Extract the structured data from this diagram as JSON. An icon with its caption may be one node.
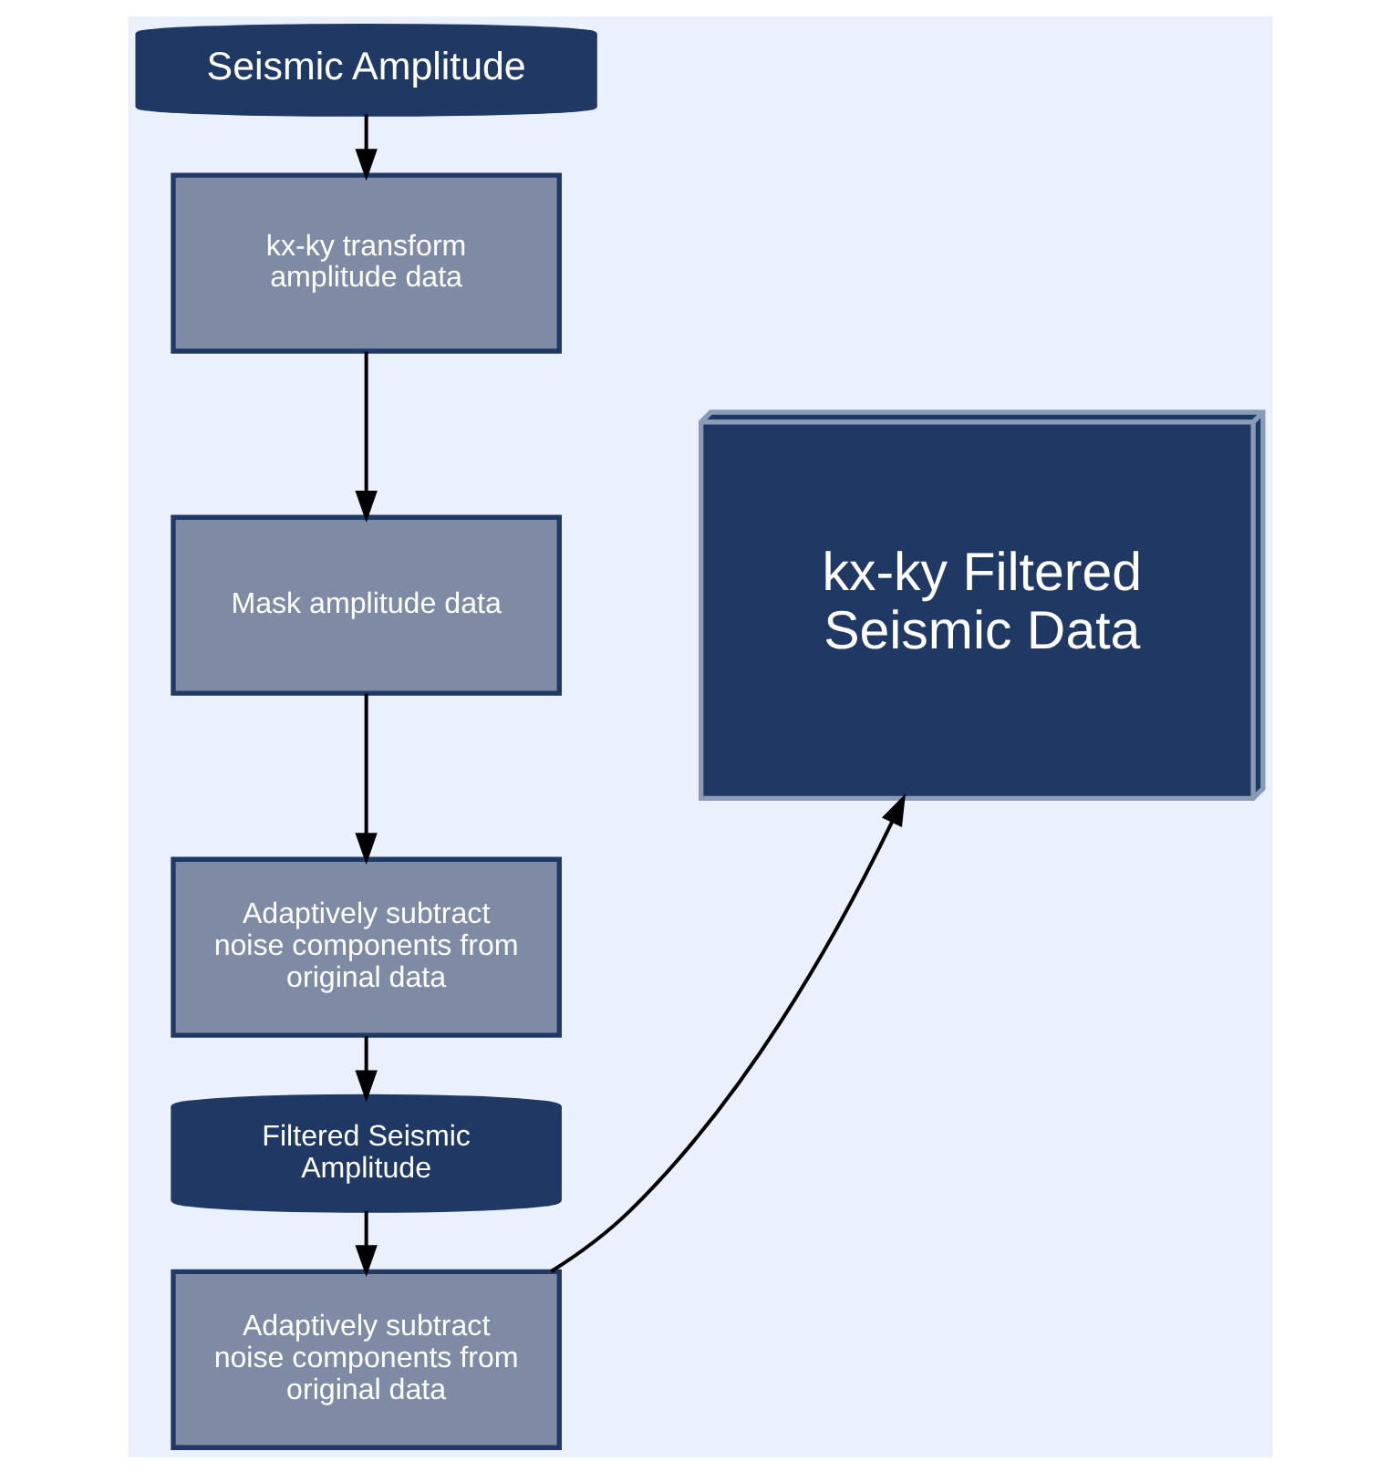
{
  "diagram": {
    "nodes": [
      {
        "text": [
          "Seismic Amplitude"
        ]
      },
      {
        "text": [
          "kx-ky transform amplitude data"
        ]
      },
      {
        "text": [
          "Mask amplitude data"
        ]
      },
      {
        "text": [
          "Adaptively subtract noise components from original data"
        ]
      },
      {
        "text": [
          "Filtered Seismic Amplitude"
        ]
      },
      {
        "text": [
          "Adaptively subtract noise components from original data"
        ]
      },
      {
        "text": [
          "kx-ky Filtered Seismic Data"
        ]
      }
    ],
    "edges": [
      {
        "from": 0,
        "to": 1,
        "arrow": "to"
      },
      {
        "from": 1,
        "to": 2,
        "arrow": "to"
      },
      {
        "from": 2,
        "to": 3,
        "arrow": "to"
      },
      {
        "from": 3,
        "to": 4,
        "arrow": "to"
      },
      {
        "from": 4,
        "to": 5,
        "arrow": "to"
      },
      {
        "from": 5,
        "to": 6,
        "arrow": "to"
      }
    ]
  }
}
